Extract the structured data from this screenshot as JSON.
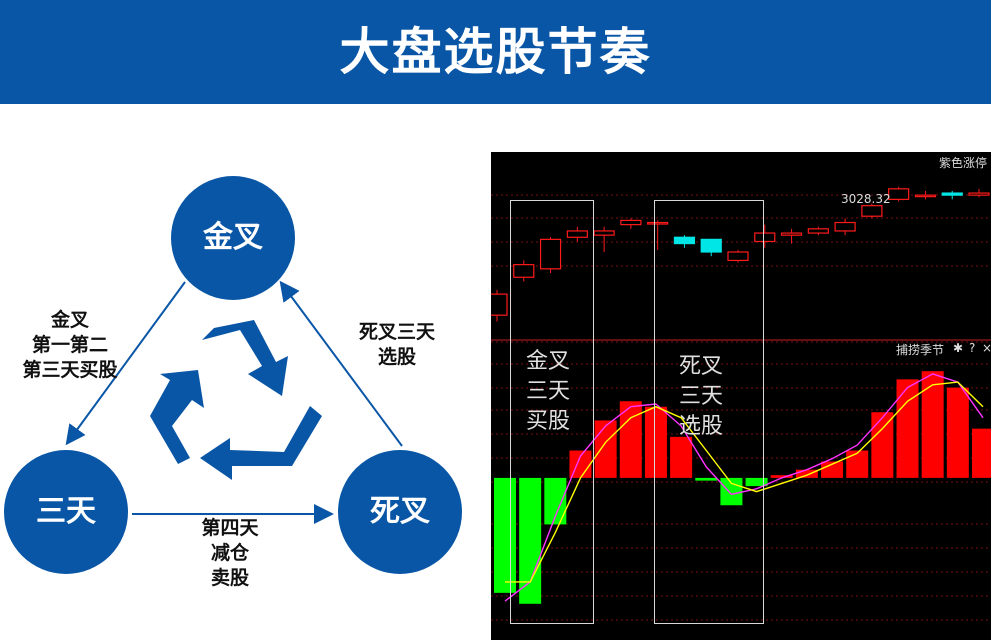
{
  "slide": {
    "title": "大盘选股节奏"
  },
  "diagram": {
    "nodes": {
      "top": "金叉",
      "left": "三天",
      "right": "死叉"
    },
    "notes": {
      "left_edge": "金叉\n第一第二\n第三天买股",
      "right_edge": "死叉三天\n选股",
      "bottom_edge": "第四天\n减仓\n卖股"
    },
    "center_icon": "recycle-icon",
    "colors": {
      "primary": "#0a56a6"
    }
  },
  "chart_panel": {
    "top_right_label": "紫色涨停",
    "price_marker": "3028.32",
    "indicator_name": "捕捞季节",
    "indicator_icons": [
      "gear-icon",
      "help-icon",
      "close-icon"
    ],
    "zones": [
      "金叉\n三天\n买股",
      "死叉\n三天\n选股"
    ],
    "colors": {
      "up": "#ff1a1a",
      "down": "#00e5e5",
      "hist_pos": "#ff0000",
      "hist_neg": "#00ff00",
      "line1": "#ff33ff",
      "line2": "#ffff00"
    }
  },
  "chart_data": [
    {
      "type": "candlestick",
      "candles": [
        {
          "o": 2968,
          "c": 2978,
          "h": 2980,
          "l": 2965
        },
        {
          "o": 2986,
          "c": 2992,
          "h": 2994,
          "l": 2984
        },
        {
          "o": 2990,
          "c": 3004,
          "h": 3005,
          "l": 2988
        },
        {
          "o": 3005,
          "c": 3008,
          "h": 3010,
          "l": 3003
        },
        {
          "o": 3006,
          "c": 3008,
          "h": 3010,
          "l": 2998
        },
        {
          "o": 3011,
          "c": 3013,
          "h": 3014,
          "l": 3009
        },
        {
          "o": 3012,
          "c": 3012,
          "h": 3013,
          "l": 2999
        },
        {
          "o": 3005,
          "c": 3002,
          "h": 3006,
          "l": 3000
        },
        {
          "o": 3004,
          "c": 2998,
          "h": 3004,
          "l": 2996
        },
        {
          "o": 2994,
          "c": 2998,
          "h": 2999,
          "l": 2993
        },
        {
          "o": 3003,
          "c": 3007,
          "h": 3011,
          "l": 3000
        },
        {
          "o": 3006,
          "c": 3007,
          "h": 3009,
          "l": 3002
        },
        {
          "o": 3007,
          "c": 3009,
          "h": 3010,
          "l": 3006
        },
        {
          "o": 3008,
          "c": 3012,
          "h": 3014,
          "l": 3006
        },
        {
          "o": 3015,
          "c": 3020,
          "h": 3021,
          "l": 3014
        },
        {
          "o": 3023,
          "c": 3028,
          "h": 3029,
          "l": 3022
        },
        {
          "o": 3025,
          "c": 3025,
          "h": 3027,
          "l": 3023
        },
        {
          "o": 3026,
          "c": 3025,
          "h": 3027,
          "l": 3023
        },
        {
          "o": 3025,
          "c": 3026,
          "h": 3028,
          "l": 3024
        }
      ],
      "ylim": [
        2960,
        3036
      ]
    },
    {
      "type": "bar",
      "values": [
        -4.2,
        -4.6,
        -1.7,
        1.0,
        2.1,
        2.8,
        2.6,
        1.5,
        -0.1,
        -1.0,
        -0.3,
        0.1,
        0.3,
        0.6,
        1.0,
        2.4,
        3.6,
        3.9,
        3.3,
        1.8
      ],
      "series": [
        {
          "name": "",
          "values": [
            -4.5,
            -3.8,
            -1.4,
            0.8,
            1.9,
            2.6,
            2.7,
            1.9,
            0.4,
            -0.6,
            -0.4,
            0.0,
            0.3,
            0.7,
            1.2,
            2.2,
            3.3,
            3.8,
            3.5,
            2.2
          ]
        },
        {
          "name": "",
          "values": [
            -3.8,
            -3.8,
            -2.0,
            0.0,
            1.3,
            2.2,
            2.6,
            2.2,
            1.0,
            -0.2,
            -0.5,
            -0.2,
            0.1,
            0.5,
            0.9,
            1.8,
            2.8,
            3.4,
            3.5,
            2.6
          ]
        }
      ],
      "ylim": [
        -4.9,
        4.6
      ]
    }
  ]
}
